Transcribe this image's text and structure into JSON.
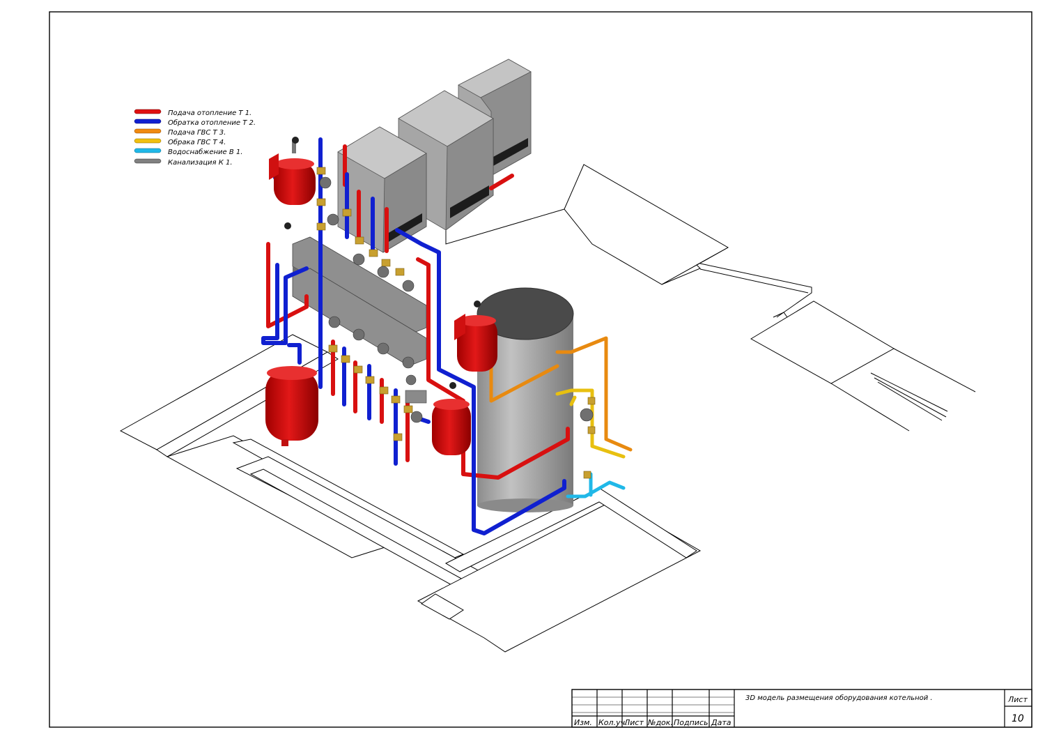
{
  "legend": [
    {
      "label": "Подача отопление Т 1.",
      "color": "#e01010"
    },
    {
      "label": "Обратка отопление Т 2.",
      "color": "#1020d0"
    },
    {
      "label": "Подача ГВС  Т 3.",
      "color": "#f08a10"
    },
    {
      "label": "Обрака ГВС  Т 4.",
      "color": "#f0c010"
    },
    {
      "label": "Водоснабжение В 1.",
      "color": "#20b8e8"
    },
    {
      "label": "Канализация К 1.",
      "color": "#808080"
    }
  ],
  "title_block": {
    "columns": [
      "Изм.",
      "Кол.уч.",
      "Лист",
      "№док.",
      "Подпись",
      "Дата"
    ],
    "title": "3D  модель размещения оборудования котельной .",
    "sheet_label": "Лист",
    "sheet_number": "10"
  },
  "colors": {
    "supply_heating": "#e01010",
    "return_heating": "#1020d0",
    "supply_dhw": "#f08a10",
    "return_dhw": "#f0c010",
    "water_supply": "#20b8e8",
    "sewer": "#808080",
    "boiler_gray": "#9a9a9a",
    "brass": "#c8a030"
  },
  "icons": {
    "expansion_tank": "expansion-tank-icon",
    "boiler": "gas-boiler-icon",
    "storage_tank": "storage-water-heater-icon",
    "manifold": "hydraulic-manifold-icon",
    "pump": "circulation-pump-icon"
  }
}
